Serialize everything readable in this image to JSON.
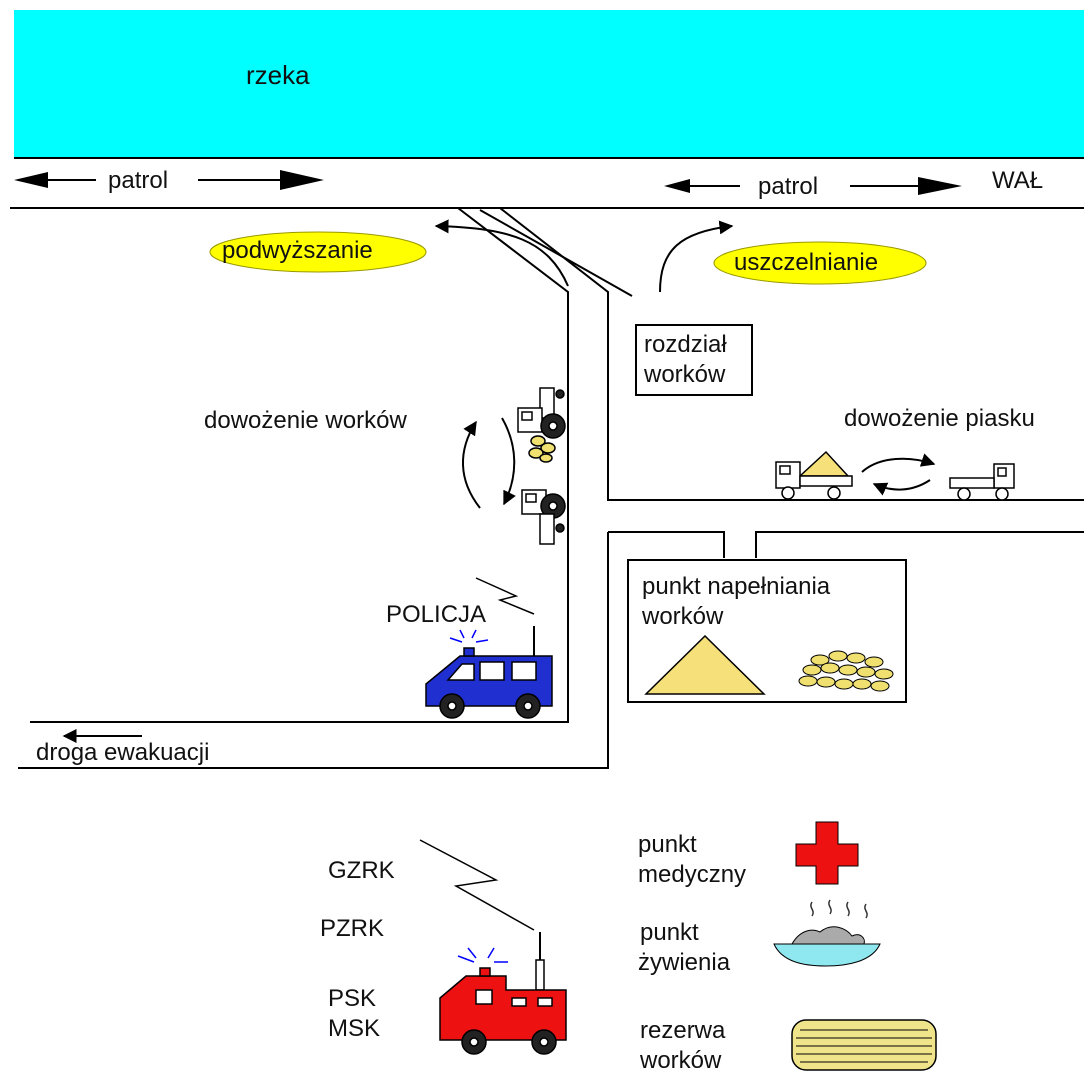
{
  "river": {
    "label": "rzeka",
    "color": "#00ffff"
  },
  "dike": {
    "label": "WAŁ"
  },
  "patrol_left": {
    "label": "patrol"
  },
  "patrol_right": {
    "label": "patrol"
  },
  "tasks": {
    "raising": "podwyższanie",
    "sealing": "uszczelnianie",
    "ellipse_color": "#ffff00"
  },
  "bag_distribution": {
    "line1": "rozdział",
    "line2": "worków"
  },
  "bag_transport": {
    "label": "dowożenie worków"
  },
  "sand_transport": {
    "label": "dowożenie piasku"
  },
  "filling_point": {
    "line1": "punkt napełniania",
    "line2": "worków"
  },
  "police": {
    "label": "POLICJA",
    "color": "#1f2fd0"
  },
  "evacuation": {
    "label": "droga ewakuacji"
  },
  "command": {
    "gzrk": "GZRK",
    "pzrk": "PZRK",
    "psk": "PSK",
    "msk": "MSK",
    "fire_truck_color": "#ee1111"
  },
  "legend": {
    "medical": {
      "line1": "punkt",
      "line2": "medyczny",
      "color": "#ee1111"
    },
    "food": {
      "line1": "punkt",
      "line2": "żywienia"
    },
    "reserve": {
      "line1": "rezerwa",
      "line2": "worków"
    }
  }
}
